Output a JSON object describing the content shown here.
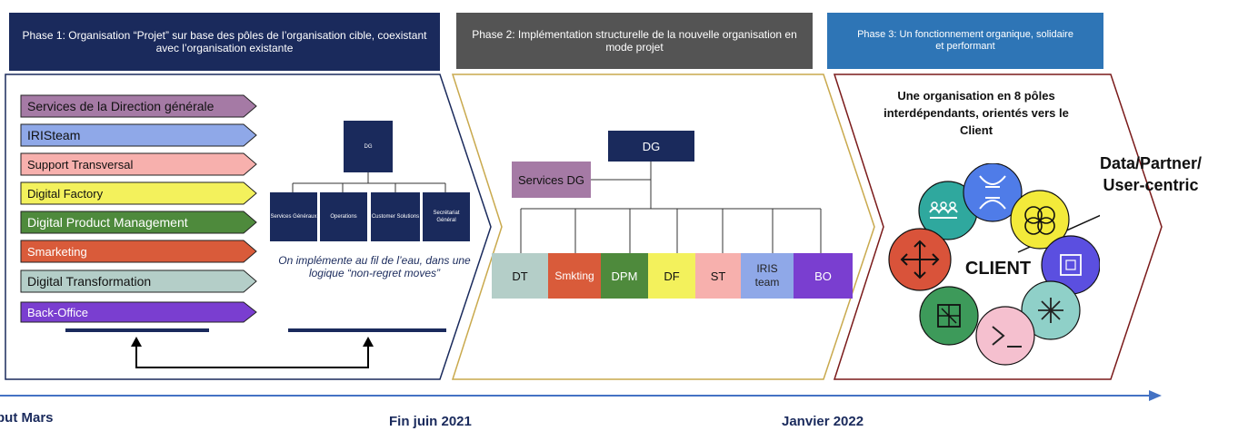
{
  "phases": [
    {
      "title": "Phase 1: Organisation “Projet” sur base des pôles de l’organisation cible, coexistant avec l’organisation existante"
    },
    {
      "title": "Phase 2: Implémentation structurelle de la nouvelle organisation en mode projet"
    },
    {
      "title": "Phase 3: Un fonctionnement organique, solidaire et performant"
    }
  ],
  "phase1": {
    "poles": [
      {
        "label": "Services de la Direction générale",
        "color": "#a57aa5"
      },
      {
        "label": "IRISteam",
        "color": "#8fa8e8"
      },
      {
        "label": "Support Transversal",
        "color": "#f7b0ad"
      },
      {
        "label": "Digital Factory",
        "color": "#f3f15c"
      },
      {
        "label": "Digital Product Management",
        "color": "#4e8a3c"
      },
      {
        "label": "Smarketing",
        "color": "#d95b3a"
      },
      {
        "label": "Digital Transformation",
        "color": "#b4cec8"
      },
      {
        "label": "Back-Office",
        "color": "#7a3ed0"
      }
    ],
    "org": {
      "top": "DG",
      "children": [
        "Services Généraux",
        "Operations",
        "Customer Solutions",
        "Secrétariat Général"
      ]
    },
    "note": "On implémente au fil de l’eau, dans une logique “non-regret moves”"
  },
  "phase2": {
    "top": "DG",
    "side": "Services DG",
    "units": [
      {
        "label": "DT",
        "color": "#b4cec8"
      },
      {
        "label": "Smkting",
        "color": "#d95b3a"
      },
      {
        "label": "DPM",
        "color": "#4e8a3c"
      },
      {
        "label": "DF",
        "color": "#f3f15c"
      },
      {
        "label": "ST",
        "color": "#f7b0ad"
      },
      {
        "label": "IRIS team",
        "color": "#8fa8e8"
      },
      {
        "label": "BO",
        "color": "#7a3ed0"
      }
    ]
  },
  "phase3": {
    "heading": "Une organisation en 8 pôles interdépendants, orientés vers le Client",
    "center": "CLIENT",
    "callout": "Data/Partner/ User-centric"
  },
  "timeline": {
    "labels": [
      "but Mars",
      "Fin juin 2021",
      "Janvier 2022"
    ]
  },
  "colors": {
    "phase1": "#1a2a5c",
    "phase2": "#545454",
    "phase3": "#2e75b6",
    "phase3_border": "#7a1a1a",
    "phase2_border": "#c9a94d",
    "timeline": "#4472c4"
  }
}
